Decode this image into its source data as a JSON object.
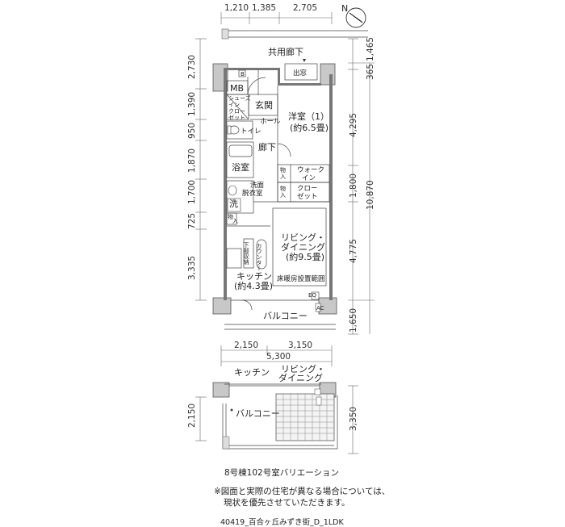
{
  "main_plan": {
    "corridor_label": "共用廊下",
    "entrance_label": "玄関",
    "mb_label": "MB",
    "shoes_label": "シューズ イン クロー ゼット",
    "hall_label": "ホール",
    "toilet_label": "トイレ",
    "corridor_inner_label": "廊下",
    "bath_label": "浴室",
    "wash_label": "洗",
    "dressing_label": "洗面 脱衣室",
    "storage_label": "物入",
    "storage2_label": "物入",
    "storage3_label": "物入",
    "walkin_label": "ウォーク イン",
    "closet_label": "クロー ゼット",
    "bedroom_name": "洋室（1）",
    "bedroom_size": "(約6.5畳)",
    "living_name_1": "リビング・",
    "living_name_2": "ダイニング",
    "living_size": "(約9.5畳)",
    "floor_heating": "床暖房設置範囲",
    "kitchen_name": "キッチン",
    "kitchen_size": "(約4.3畳)",
    "counter_label": "カウンター",
    "under_storage": "下部収納",
    "balcony_label": "バルコニー",
    "window_label": "出窓",
    "ac_label": "AC",
    "eq_label": "EQ"
  },
  "dimensions": {
    "top": [
      "1,210",
      "1,385",
      "2,705"
    ],
    "left": [
      "2,730",
      "1,390",
      "950",
      "1,870",
      "1,700",
      "725",
      "3,335"
    ],
    "right": [
      "1,465",
      "365",
      "4,295",
      "1,800",
      "10,870",
      "4,775",
      "1,650"
    ],
    "bottom": [
      "2,150",
      "3,150",
      "5,300"
    ],
    "variation_left": "2,150",
    "variation_right": "3,350"
  },
  "variation_plan": {
    "kitchen_label": "キッチン",
    "living_1": "リビング・",
    "living_2": "ダイニング",
    "balcony_label": "バルコニー",
    "caption": "8号棟102号室バリエーション"
  },
  "notes": {
    "line1": "※図面と実際の住宅が異なる場合については、",
    "line2": "現状を優先させていただきます。",
    "footer": "40419_百合ヶ丘みずき街_D_1LDK"
  },
  "compass": "N"
}
